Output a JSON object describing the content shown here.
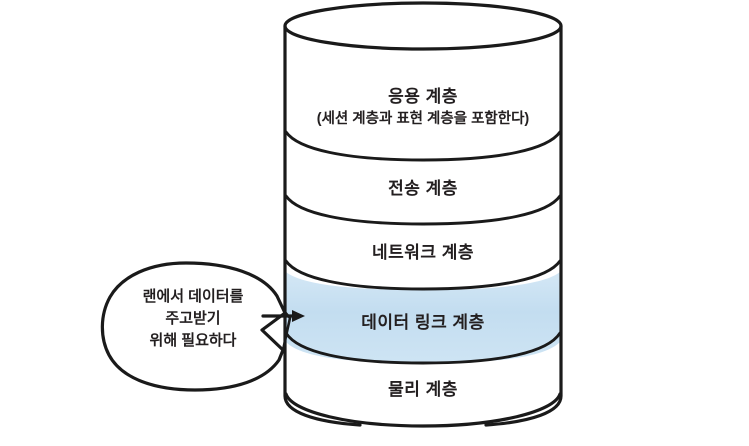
{
  "diagram": {
    "type": "layered-stack-cylinder",
    "title_visible": false,
    "background_color": "#ffffff",
    "ink_color": "#1a1a1a",
    "highlight_color": "#c7e0f2",
    "layers": [
      {
        "id": "application",
        "title": "응용 계층",
        "subtitle": "(세션 계층과 표현 계층을 포함한다)",
        "highlighted": false
      },
      {
        "id": "transport",
        "title": "전송 계층",
        "subtitle": "",
        "highlighted": false
      },
      {
        "id": "network",
        "title": "네트워크 계층",
        "subtitle": "",
        "highlighted": false
      },
      {
        "id": "data-link",
        "title": "데이터 링크 계층",
        "subtitle": "",
        "highlighted": true
      },
      {
        "id": "physical",
        "title": "물리 계층",
        "subtitle": "",
        "highlighted": false
      }
    ],
    "callout": {
      "target_layer": "data-link",
      "lines": [
        "랜에서 데이터를",
        "주고받기",
        "위해 필요하다"
      ]
    }
  }
}
